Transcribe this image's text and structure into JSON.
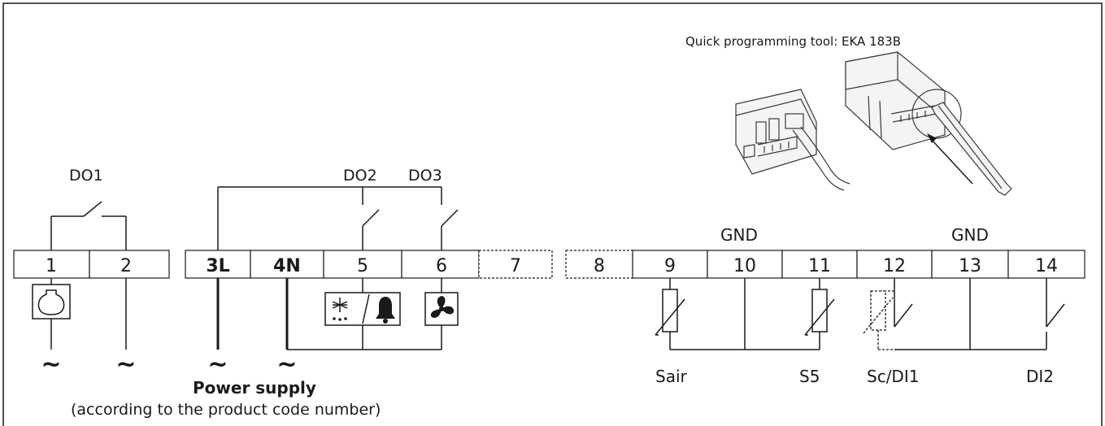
{
  "header": {
    "tool_label": "Quick programming tool: EKA 183B"
  },
  "relays": {
    "do1": "DO1",
    "do2": "DO2",
    "do3": "DO3"
  },
  "ground_labels": {
    "gnd_left": "GND",
    "gnd_right": "GND"
  },
  "terminals": {
    "t1": "1",
    "t2": "2",
    "t3": "3L",
    "t4": "4N",
    "t5": "5",
    "t6": "6",
    "t7": "7",
    "t8": "8",
    "t9": "9",
    "t10": "10",
    "t11": "11",
    "t12": "12",
    "t13": "13",
    "t14": "14"
  },
  "ac_symbol": "~",
  "sensors": {
    "sair": "Sair",
    "s5": "S5",
    "sc_di1": "Sc/DI1",
    "di2": "DI2"
  },
  "power": {
    "title": "Power supply",
    "note": "(according to the product code number)"
  },
  "icons": {
    "compressor": "compressor-icon",
    "defrost_alarm": "defrost-alarm-icon",
    "fan": "fan-icon"
  }
}
